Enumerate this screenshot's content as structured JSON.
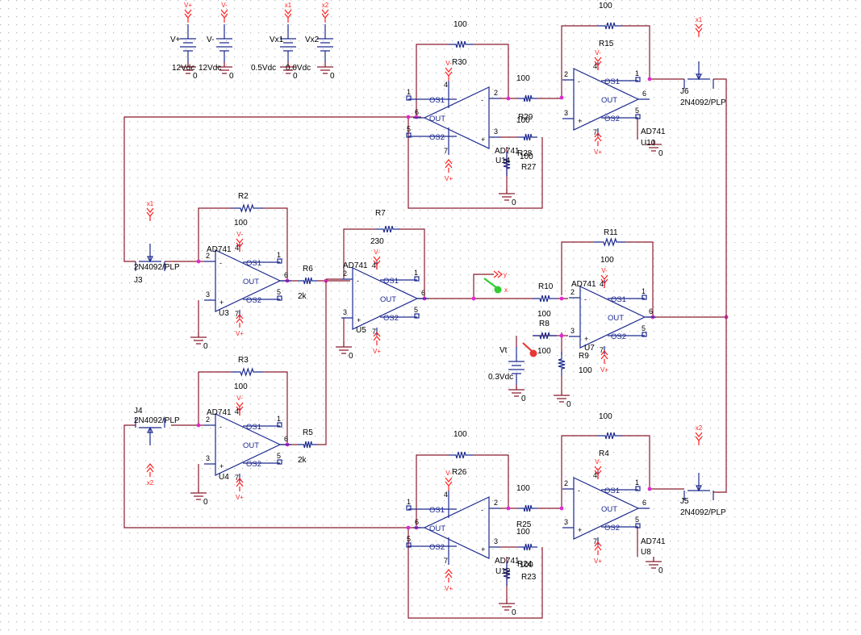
{
  "schematic": {
    "sources": [
      {
        "id": "V+",
        "ref": "V+",
        "value": "12Vdc"
      },
      {
        "id": "V-",
        "ref": "V-",
        "value": "12Vdc"
      },
      {
        "id": "x1",
        "ref": "Vx1",
        "value": "0.5Vdc"
      },
      {
        "id": "x2",
        "ref": "Vx2",
        "value": "0.0Vdc"
      },
      {
        "id": "Vt",
        "ref": "Vt",
        "value": "0.3Vdc"
      }
    ],
    "opamps": [
      {
        "ref": "U3",
        "part": "AD741"
      },
      {
        "ref": "U4",
        "part": "AD741"
      },
      {
        "ref": "U5",
        "part": "AD741"
      },
      {
        "ref": "U7",
        "part": "AD741"
      },
      {
        "ref": "U8",
        "part": "AD741"
      },
      {
        "ref": "U10",
        "part": "AD741"
      },
      {
        "ref": "U12",
        "part": "AD741"
      },
      {
        "ref": "U14",
        "part": "AD741"
      }
    ],
    "resistors": [
      {
        "ref": "R2",
        "value": "100"
      },
      {
        "ref": "R3",
        "value": "100"
      },
      {
        "ref": "R4",
        "value": "100"
      },
      {
        "ref": "R5",
        "value": "2k"
      },
      {
        "ref": "R6",
        "value": "2k"
      },
      {
        "ref": "R7",
        "value": "230"
      },
      {
        "ref": "R8",
        "value": "100"
      },
      {
        "ref": "R9",
        "value": "100"
      },
      {
        "ref": "R10",
        "value": "100"
      },
      {
        "ref": "R11",
        "value": "100"
      },
      {
        "ref": "R15",
        "value": "100"
      },
      {
        "ref": "R23",
        "value": "100"
      },
      {
        "ref": "R24",
        "value": "100"
      },
      {
        "ref": "R25",
        "value": "100"
      },
      {
        "ref": "R26",
        "value": "100"
      },
      {
        "ref": "R27",
        "value": "100"
      },
      {
        "ref": "R28",
        "value": "100"
      },
      {
        "ref": "R29",
        "value": "100"
      },
      {
        "ref": "R30",
        "value": "100"
      }
    ],
    "jfets": [
      {
        "ref": "J3",
        "part": "2N4092/PLP"
      },
      {
        "ref": "J4",
        "part": "2N4092/PLP"
      },
      {
        "ref": "J5",
        "part": "2N4092/PLP"
      },
      {
        "ref": "J6",
        "part": "2N4092/PLP"
      }
    ],
    "nets": {
      "x1": "x1",
      "x2": "x2",
      "vplus": "V+",
      "vminus": "V-",
      "y": "y",
      "x": "x",
      "ground": "0"
    },
    "pins": {
      "p1": "1",
      "p2": "2",
      "p3": "3",
      "p4": "4",
      "p5": "5",
      "p6": "6",
      "p7": "7",
      "os1": "OS1",
      "os2": "OS2",
      "out": "OUT",
      "minus": "-",
      "plus": "+"
    },
    "colors": {
      "wire": "#8b1c2e",
      "component": "#1d2a8f",
      "source": "#ff2020",
      "junction": "#e02ad0",
      "probe_x": "#33cc33",
      "probe_y": "#e53935"
    }
  }
}
